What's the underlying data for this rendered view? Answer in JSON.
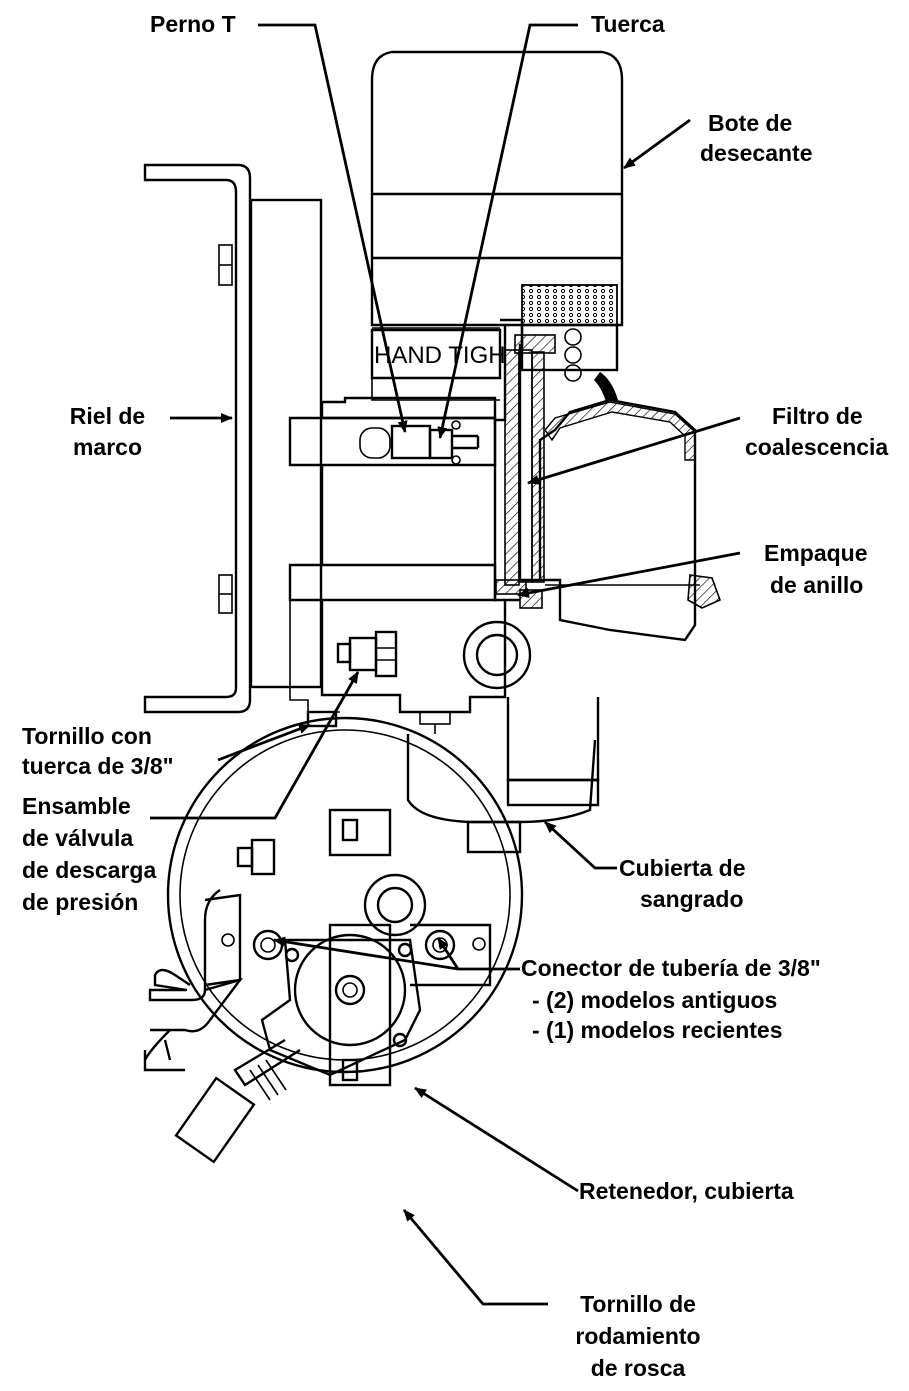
{
  "labels": {
    "perno_t": "Perno T",
    "tuerca": "Tuerca",
    "bote_1": "Bote de",
    "bote_2": "desecante",
    "riel_1": "Riel de",
    "riel_2": "marco",
    "filtro_1": "Filtro de",
    "filtro_2": "coalescencia",
    "empaque_1": "Empaque",
    "empaque_2": "de anillo",
    "tornillo_1": "Tornillo con",
    "tornillo_2": "tuerca de 3/8\"",
    "ensamble_1": "Ensamble",
    "ensamble_2": "de válvula",
    "ensamble_3": "de descarga",
    "ensamble_4": "de presión",
    "cubierta_1": "Cubierta de",
    "cubierta_2": "sangrado",
    "conector_1": "Conector de tubería de 3/8\"",
    "conector_2": " - (2) modelos antiguos",
    "conector_3": " - (1) modelos recientes",
    "retenedor": "Retenedor, cubierta",
    "rodamiento_1": "Tornillo de",
    "rodamiento_2": "rodamiento",
    "rodamiento_3": "de rosca"
  },
  "canister_text": "HAND TIGH"
}
